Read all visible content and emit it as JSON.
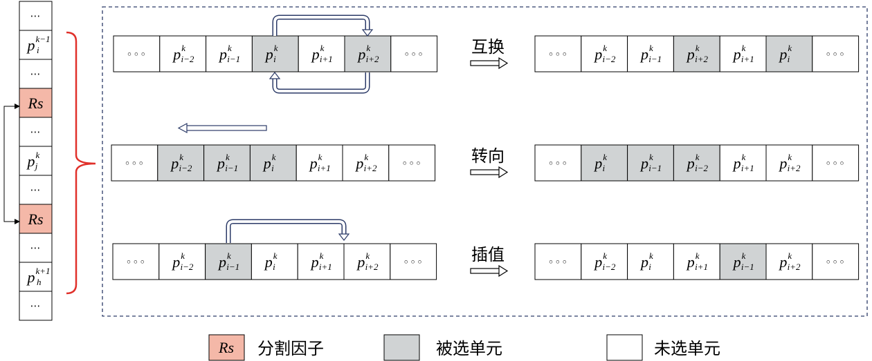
{
  "dots_label": "⋯",
  "ring_dots": "◦◦◦",
  "ops": [
    "互换",
    "转向",
    "插值"
  ],
  "legend": {
    "rs_symbol": "Rs",
    "rs_label": "分割因子",
    "selected_label": "被选单元",
    "unselected_label": "未选单元"
  },
  "colors": {
    "rs_fill": "#f4b8a8",
    "selected_fill": "#d0d3d4",
    "bracket": "#e0302a",
    "dashed_border": "#2b3a67",
    "arrow_blue": "#2b3a67"
  },
  "left_column": [
    {
      "type": "dots"
    },
    {
      "type": "p",
      "sub": "i",
      "sup": "k−1"
    },
    {
      "type": "dots"
    },
    {
      "type": "rs"
    },
    {
      "type": "dots"
    },
    {
      "type": "p",
      "sub": "j",
      "sup": "k"
    },
    {
      "type": "dots"
    },
    {
      "type": "rs"
    },
    {
      "type": "dots"
    },
    {
      "type": "p",
      "sub": "h",
      "sup": "k+1"
    },
    {
      "type": "dots"
    }
  ],
  "rows": [
    {
      "before": [
        {
          "type": "ring"
        },
        {
          "type": "p",
          "sub": "i−2",
          "sup": "k",
          "sel": false
        },
        {
          "type": "p",
          "sub": "i−1",
          "sup": "k",
          "sel": false
        },
        {
          "type": "p",
          "sub": "i",
          "sup": "k",
          "sel": true
        },
        {
          "type": "p",
          "sub": "i+1",
          "sup": "k",
          "sel": false
        },
        {
          "type": "p",
          "sub": "i+2",
          "sup": "k",
          "sel": true
        },
        {
          "type": "ring"
        }
      ],
      "after": [
        {
          "type": "ring"
        },
        {
          "type": "p",
          "sub": "i−2",
          "sup": "k",
          "sel": false
        },
        {
          "type": "p",
          "sub": "i−1",
          "sup": "k",
          "sel": false
        },
        {
          "type": "p",
          "sub": "i+2",
          "sup": "k",
          "sel": true
        },
        {
          "type": "p",
          "sub": "i+1",
          "sup": "k",
          "sel": false
        },
        {
          "type": "p",
          "sub": "i",
          "sup": "k",
          "sel": true
        },
        {
          "type": "ring"
        }
      ]
    },
    {
      "before": [
        {
          "type": "ring"
        },
        {
          "type": "p",
          "sub": "i−2",
          "sup": "k",
          "sel": true
        },
        {
          "type": "p",
          "sub": "i−1",
          "sup": "k",
          "sel": true
        },
        {
          "type": "p",
          "sub": "i",
          "sup": "k",
          "sel": true
        },
        {
          "type": "p",
          "sub": "i+1",
          "sup": "k",
          "sel": false
        },
        {
          "type": "p",
          "sub": "i+2",
          "sup": "k",
          "sel": false
        },
        {
          "type": "ring"
        }
      ],
      "after": [
        {
          "type": "ring"
        },
        {
          "type": "p",
          "sub": "i",
          "sup": "k",
          "sel": true
        },
        {
          "type": "p",
          "sub": "i−1",
          "sup": "k",
          "sel": true
        },
        {
          "type": "p",
          "sub": "i−2",
          "sup": "k",
          "sel": true
        },
        {
          "type": "p",
          "sub": "i+1",
          "sup": "k",
          "sel": false
        },
        {
          "type": "p",
          "sub": "i+2",
          "sup": "k",
          "sel": false
        },
        {
          "type": "ring"
        }
      ]
    },
    {
      "before": [
        {
          "type": "ring"
        },
        {
          "type": "p",
          "sub": "i−2",
          "sup": "k",
          "sel": false
        },
        {
          "type": "p",
          "sub": "i−1",
          "sup": "k",
          "sel": true
        },
        {
          "type": "p",
          "sub": "i",
          "sup": "k",
          "sel": false
        },
        {
          "type": "p",
          "sub": "i+1",
          "sup": "k",
          "sel": false
        },
        {
          "type": "p",
          "sub": "i+2",
          "sup": "k",
          "sel": false
        },
        {
          "type": "ring"
        }
      ],
      "after": [
        {
          "type": "ring"
        },
        {
          "type": "p",
          "sub": "i−2",
          "sup": "k",
          "sel": false
        },
        {
          "type": "p",
          "sub": "i",
          "sup": "k",
          "sel": false
        },
        {
          "type": "p",
          "sub": "i+1",
          "sup": "k",
          "sel": false
        },
        {
          "type": "p",
          "sub": "i−1",
          "sup": "k",
          "sel": true
        },
        {
          "type": "p",
          "sub": "i+2",
          "sup": "k",
          "sel": false
        },
        {
          "type": "ring"
        }
      ]
    }
  ]
}
